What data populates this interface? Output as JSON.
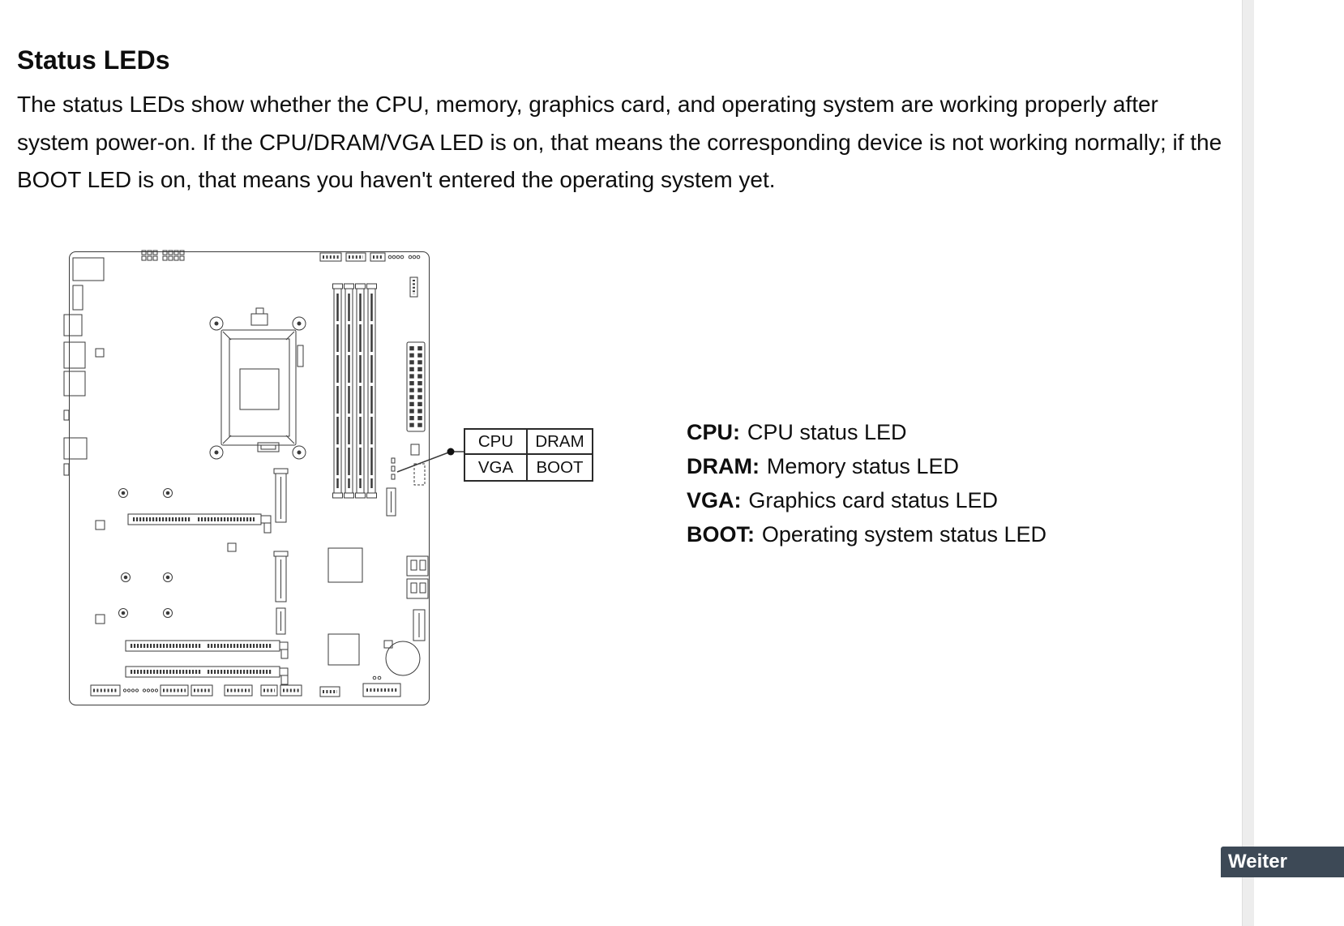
{
  "header": {
    "title": "Status LEDs"
  },
  "paragraph": "The status LEDs show whether the CPU, memory, graphics card, and operating system are working properly after system power-on. If the CPU/DRAM/VGA LED is on, that means the corresponding device is not working normally; if the BOOT LED is on, that means you haven't entered the operating system yet.",
  "callout": {
    "rows": [
      [
        "CPU",
        "DRAM"
      ],
      [
        "VGA",
        "BOOT"
      ]
    ]
  },
  "legend": [
    {
      "term": "CPU:",
      "desc": "CPU status LED"
    },
    {
      "term": "DRAM:",
      "desc": "Memory status LED"
    },
    {
      "term": "VGA:",
      "desc": "Graphics card status LED"
    },
    {
      "term": "BOOT:",
      "desc": "Operating system status LED"
    }
  ],
  "viewer": {
    "next_button_label": "Weiter"
  },
  "colors": {
    "next_button_bg": "#3d4956",
    "scrollbar_track": "#ededed",
    "line_art": "#3a3a3a"
  }
}
